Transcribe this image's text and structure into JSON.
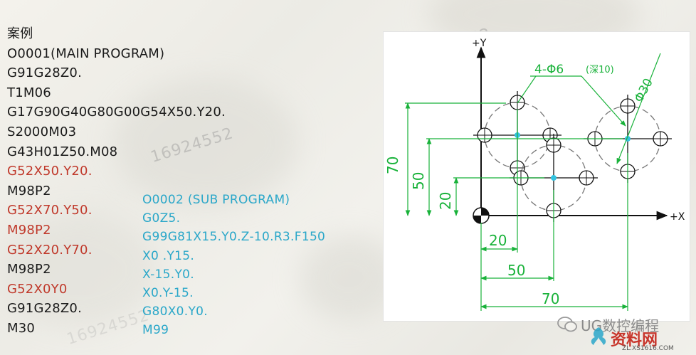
{
  "title": "案例",
  "main_program": [
    {
      "text": "O0001(MAIN PROGRAM)",
      "color": "#1a1a1a"
    },
    {
      "text": "G91G28Z0.",
      "color": "#1a1a1a"
    },
    {
      "text": "T1M06",
      "color": "#1a1a1a"
    },
    {
      "text": "G17G90G40G80G00G54X50.Y20.",
      "color": "#1a1a1a"
    },
    {
      "text": "S2000M03",
      "color": "#1a1a1a"
    },
    {
      "text": "G43H01Z50.M08",
      "color": "#1a1a1a"
    },
    {
      "text": "G52X50.Y20.",
      "color": "#c0392b"
    },
    {
      "text": "M98P2",
      "color": "#1a1a1a"
    },
    {
      "text": "G52X70.Y50.",
      "color": "#c0392b"
    },
    {
      "text": "M98P2",
      "color": "#c0392b"
    },
    {
      "text": "G52X20.Y70.",
      "color": "#c0392b"
    },
    {
      "text": "M98P2",
      "color": "#1a1a1a"
    },
    {
      "text": "G52X0Y0",
      "color": "#c0392b"
    },
    {
      "text": "G91G28Z0.",
      "color": "#1a1a1a"
    },
    {
      "text": "M30",
      "color": "#1a1a1a"
    }
  ],
  "sub_program": [
    "O0002 (SUB PROGRAM)",
    "G0Z5.",
    "G99G81X15.Y0.Z-10.R3.F150",
    "X0 .Y15.",
    "X-15.Y0.",
    "X0.Y-15.",
    "G80X0.Y0.",
    "M99"
  ],
  "sub_color": "#2aa7c9",
  "watermarks": [
    "16924552",
    "16924552",
    "16924552"
  ],
  "figure": {
    "y_axis_label": "+Y",
    "x_axis_label": "+X",
    "callout_holes": "4-Φ6",
    "callout_depth": "(深10)",
    "callout_diameter": "Φ30",
    "dim_70_v": "70",
    "dim_50_v": "50",
    "dim_20_v": "20",
    "dim_20_h": "20",
    "dim_50_h": "50",
    "dim_70_h": "70",
    "dim_color": "#19b23a",
    "center_color": "#33c3e0"
  },
  "footer": {
    "brand": "UG数控编程",
    "site": "资料网",
    "url": "ZL.XS1616.COM"
  }
}
